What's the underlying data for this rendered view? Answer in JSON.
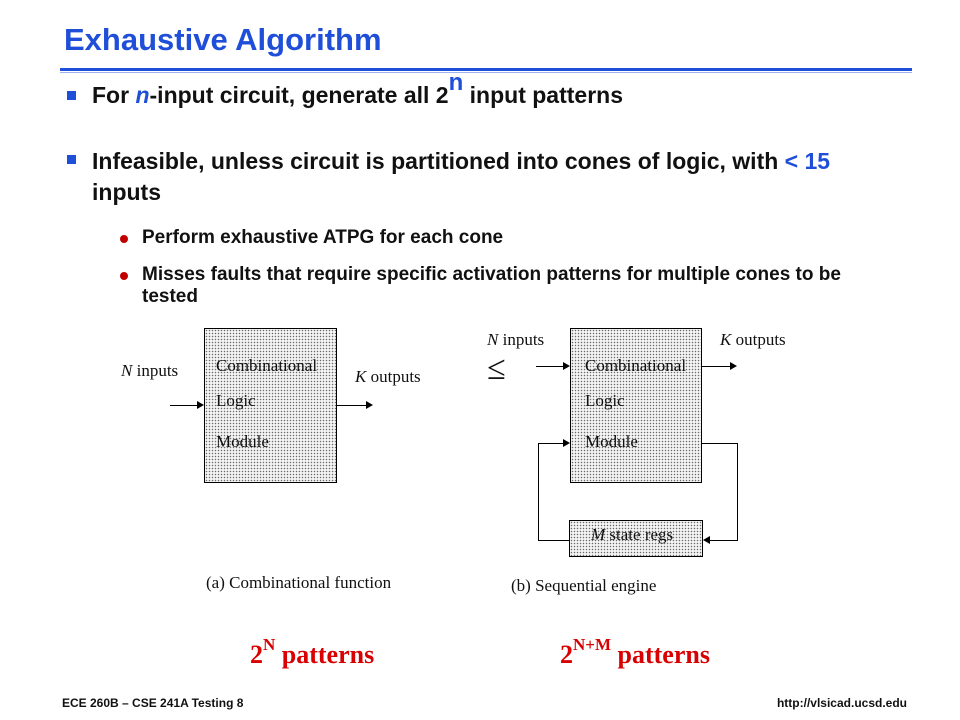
{
  "slide": {
    "title": "Exhaustive Algorithm",
    "bullet1": {
      "pre": "For ",
      "var": "n",
      "mid": "-input circuit, generate all 2",
      "exp": "n",
      "post": " input patterns"
    },
    "bullet2": {
      "pre": "Infeasible, unless circuit is partitioned into cones of logic, with ",
      "highlight": "< 15",
      "post": " inputs"
    },
    "subbullets": [
      "Perform exhaustive ATPG for each cone",
      "Misses faults that require specific activation patterns for multiple cones to be tested"
    ]
  },
  "diagram_a": {
    "inputs_var": "N",
    "inputs_label": "inputs",
    "outputs_var": "K",
    "outputs_label": "outputs",
    "block_lines": [
      "Combinational",
      "Logic",
      "Module"
    ],
    "caption": "(a) Combinational function",
    "patterns_base": "2",
    "patterns_exp": "N",
    "patterns_label": "patterns"
  },
  "diagram_b": {
    "inputs_var": "N",
    "inputs_label": "inputs",
    "outputs_var": "K",
    "outputs_label": "outputs",
    "le_symbol": "≤",
    "block_lines": [
      "Combinational",
      "Logic",
      "Module"
    ],
    "state_var": "M",
    "state_label": "state regs",
    "caption": "(b) Sequential engine",
    "patterns_base": "2",
    "patterns_exp": "N+M",
    "patterns_label": "patterns"
  },
  "footer": {
    "left": "ECE 260B – CSE 241A Testing 8",
    "right": "http://vlsicad.ucsd.edu"
  },
  "colors": {
    "title_blue": "#1f4fd8",
    "bullet_red": "#c00000",
    "patterns_red": "#d80000"
  }
}
